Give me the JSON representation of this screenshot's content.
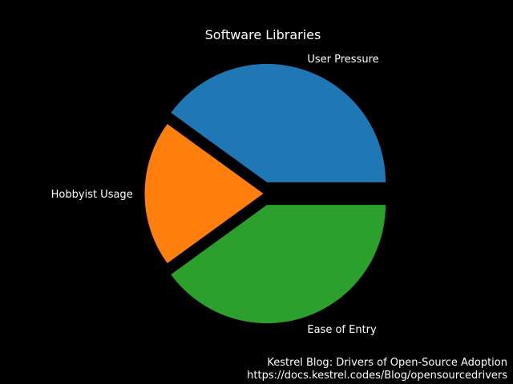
{
  "chart_data": {
    "type": "pie",
    "title": "Software Libraries",
    "labels": [
      "User Pressure",
      "Hobbyist Usage",
      "Ease of Entry"
    ],
    "values": [
      40,
      20,
      40
    ],
    "colors": [
      "#1f77b4",
      "#ff7f0e",
      "#2ca02c"
    ],
    "explode": [
      0.1,
      0,
      0.1
    ],
    "start_angle": 0,
    "counterclock": true
  },
  "footer": {
    "line1": "Kestrel Blog: Drivers of Open-Source Adoption",
    "line2": "https://docs.kestrel.codes/Blog/opensourcedrivers"
  }
}
